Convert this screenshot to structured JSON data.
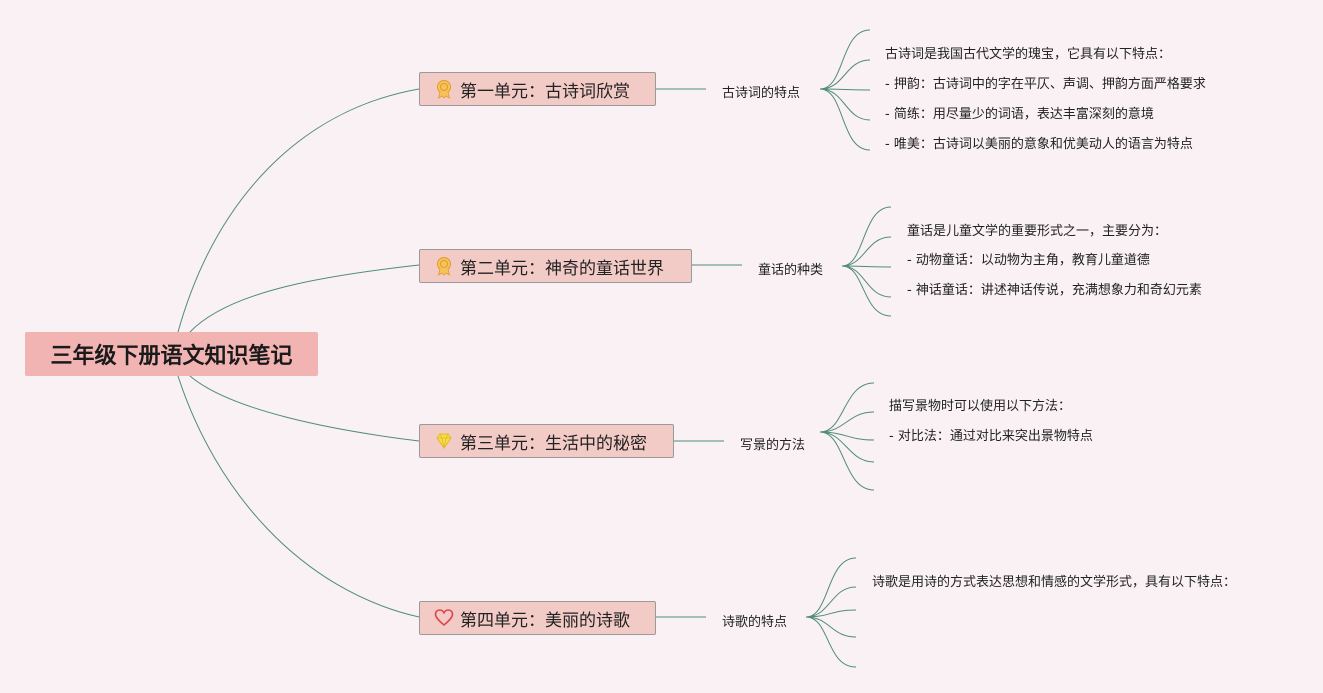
{
  "root": {
    "label": "三年级下册语文知识笔记"
  },
  "units": [
    {
      "label": "第一单元：古诗词欣赏",
      "icon": "medal-icon",
      "topic": "古诗词的特点",
      "notes": [
        "古诗词是我国古代文学的瑰宝，它具有以下特点：",
        "- 押韵：古诗词中的字在平仄、声调、押韵方面严格要求",
        "- 简练：用尽量少的词语，表达丰富深刻的意境",
        "- 唯美：古诗词以美丽的意象和优美动人的语言为特点"
      ]
    },
    {
      "label": "第二单元：神奇的童话世界",
      "icon": "medal-icon",
      "topic": "童话的种类",
      "notes": [
        "童话是儿童文学的重要形式之一，主要分为：",
        "- 动物童话：以动物为主角，教育儿童道德",
        "- 神话童话：讲述神话传说，充满想象力和奇幻元素"
      ]
    },
    {
      "label": "第三单元：生活中的秘密",
      "icon": "diamond-icon",
      "topic": "写景的方法",
      "notes": [
        "描写景物时可以使用以下方法：",
        "- 对比法：通过对比来突出景物特点"
      ]
    },
    {
      "label": "第四单元：美丽的诗歌",
      "icon": "heart-icon",
      "topic": "诗歌的特点",
      "notes": [
        "诗歌是用诗的方式表达思想和情感的文学形式，具有以下特点："
      ]
    }
  ],
  "colors": {
    "branch": "#4f8c78",
    "root_fill": "#f2b3b3",
    "unit_fill": "#f3cbc6"
  }
}
